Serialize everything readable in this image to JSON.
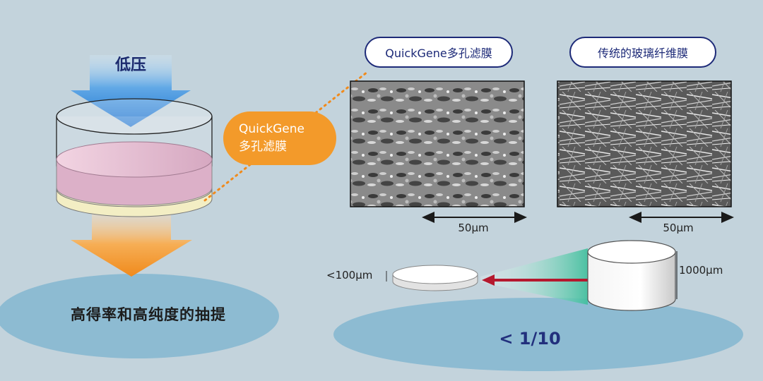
{
  "left_panel": {
    "pressure_label": "低压",
    "membrane_bubble_line1": "QuickGene",
    "membrane_bubble_line2": "多孔滤膜",
    "result_label": "高得率和高纯度的抽提"
  },
  "micrographs": {
    "quickgene_label": "QuickGene多孔滤膜",
    "glassfiber_label": "传统的玻璃纤维膜",
    "scale_bar_qg": "50μm",
    "scale_bar_gf": "50μm"
  },
  "comparison": {
    "thin_thickness_label": "<100μm",
    "thick_thickness_label": "1000μm",
    "ratio_label": "< 1/10"
  },
  "colors": {
    "background": "#c3d3dc",
    "ellipse": "#8dbbd2",
    "arrow_blue": "#1c78d2",
    "arrow_orange": "#f39a2a",
    "membrane_pink": "#e4c0d2",
    "membrane_yellow": "#f3eec4",
    "navy": "#1d2a78",
    "red_arrow": "#b5182e",
    "teal_beam": "#5cc7b0"
  }
}
